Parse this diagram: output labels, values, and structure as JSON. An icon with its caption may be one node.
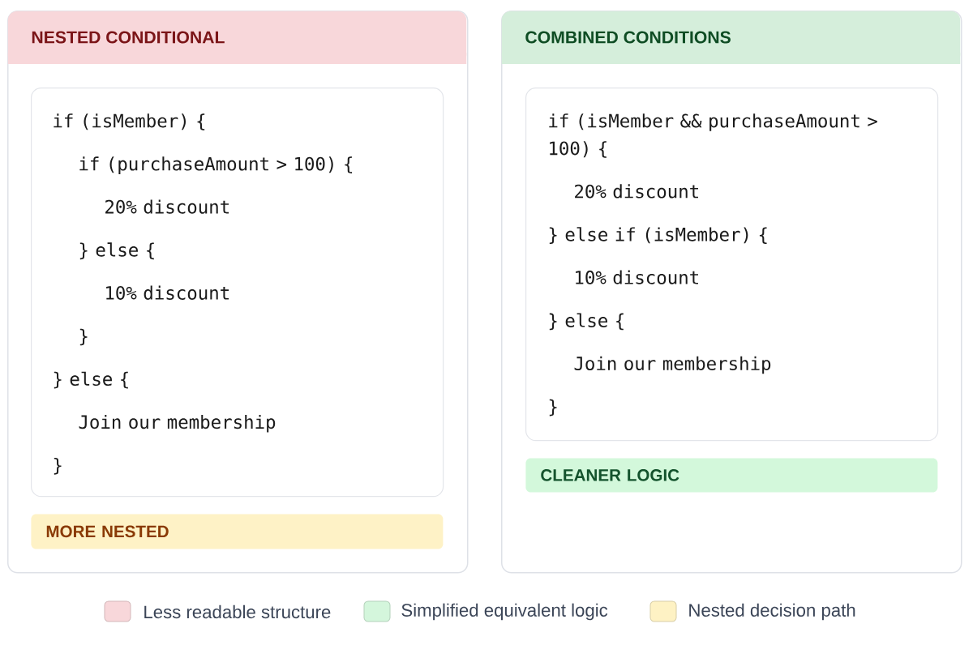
{
  "diagram": {
    "nodes": [
      {
        "text": [
          "NESTED CONDITIONAL"
        ]
      },
      {
        "text": [
          "if (isMember) {",
          "if (purchaseAmount > 100) {",
          "20% discount",
          "} else {",
          "10% discount",
          "}",
          "} else {",
          "Join our membership",
          "}"
        ],
        "in": 0
      },
      {
        "text": [
          "MORE NESTED"
        ],
        "in": 0
      },
      {
        "text": [
          "COMBINED CONDITIONS"
        ]
      },
      {
        "text": [
          "if (isMember && purchaseAmount > 100) {",
          "20% discount",
          "} else if (isMember) {",
          "10% discount",
          "} else {",
          "Join our membership",
          "}"
        ],
        "in": 3
      },
      {
        "text": [
          "CLEANER LOGIC"
        ],
        "in": 3
      }
    ],
    "legend": [
      {
        "text": "Less readable structure",
        "color": "#f8d7da"
      },
      {
        "text": "Simplified equivalent logic",
        "color": "#d4f6dc"
      },
      {
        "text": "Nested decision path",
        "color": "#fef2c4"
      }
    ]
  }
}
